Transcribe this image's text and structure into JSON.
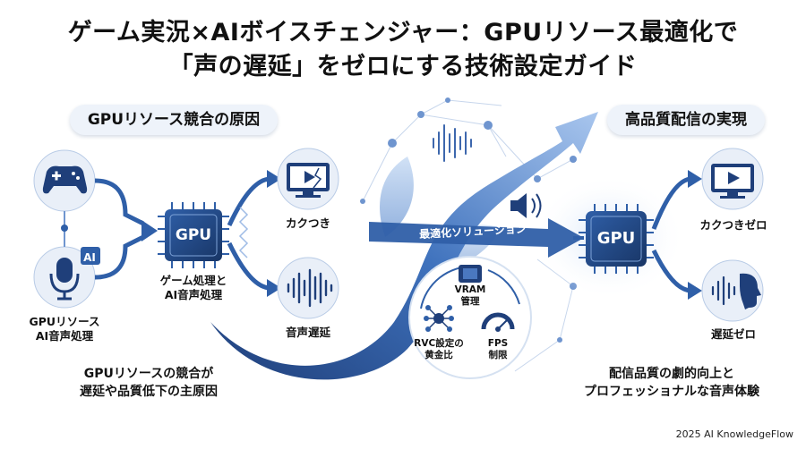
{
  "title": {
    "line1": "ゲーム実況×AIボイスチェンジャー：GPUリソース最適化で",
    "line2": "「声の遅延」をゼロにする技術設定ガイド"
  },
  "left": {
    "heading": "GPUリソース競合の原因",
    "input_label_1": "GPUリソース",
    "input_label_2": "AI音声処理",
    "ai_badge": "AI",
    "gpu_chip": "GPU",
    "gpu_label_1": "ゲーム処理と",
    "gpu_label_2": "AI音声処理",
    "out_stutter": "カクつき",
    "out_delay": "音声遅延",
    "caption_1": "GPUリソースの競合が",
    "caption_2": "遅延や品質低下の主原因"
  },
  "middle": {
    "banner": "最適化ソリューション",
    "vram_1": "VRAM",
    "vram_2": "管理",
    "rvc_1": "RVC設定の",
    "rvc_2": "黄金比",
    "fps_1": "FPS",
    "fps_2": "制限"
  },
  "right": {
    "heading": "高品質配信の実現",
    "gpu_chip": "GPU",
    "out_stutter_zero": "カクつきゼロ",
    "out_delay_zero": "遅延ゼロ",
    "caption_1": "配信品質の劇的向上と",
    "caption_2": "プロフェッショナルな音声体験"
  },
  "footer": "2025 AI KnowledgeFlow",
  "colors": {
    "dark_blue": "#1f3f7a",
    "mid_blue": "#2f5fa8",
    "light_blue": "#9fbce6",
    "pale_blue": "#e6eef9"
  }
}
